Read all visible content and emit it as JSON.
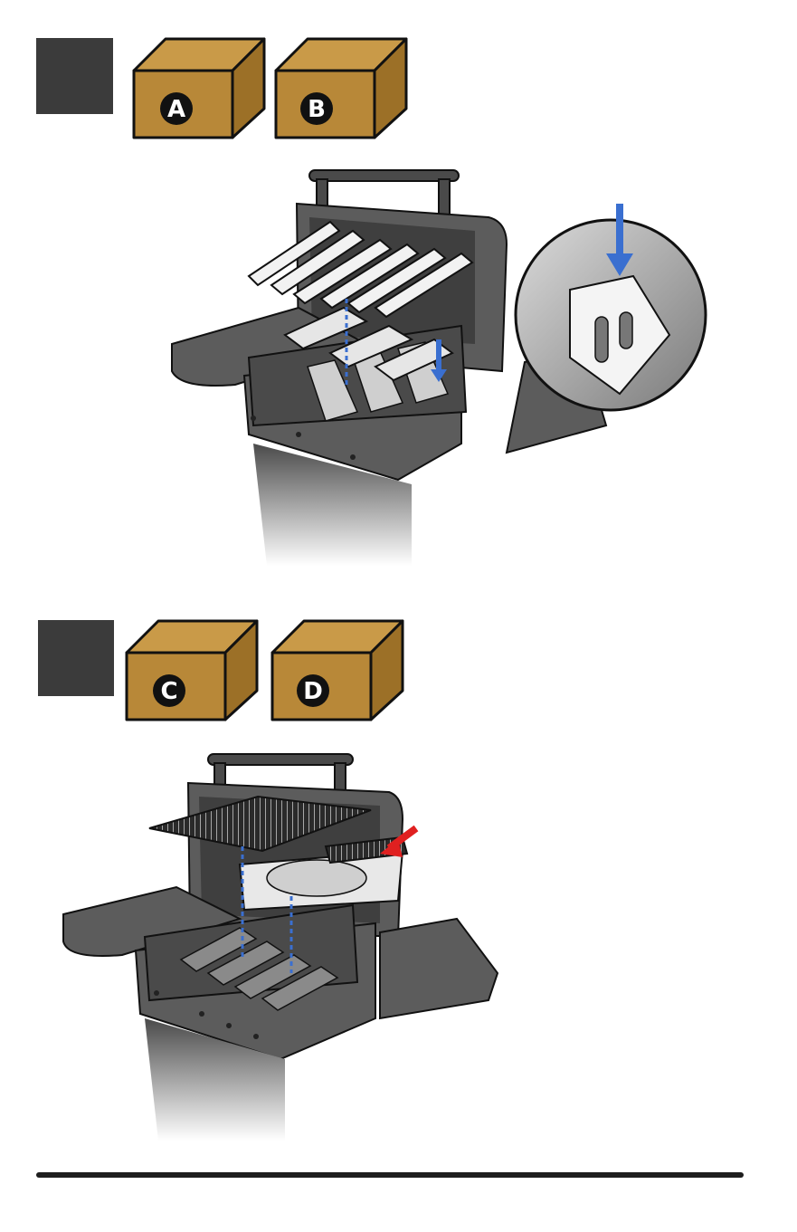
{
  "steps": [
    {
      "boxes": [
        {
          "letter": "A"
        },
        {
          "letter": "B"
        }
      ],
      "illustration": "flavorizer-bars-and-heat-deflectors-install",
      "callout": "zoom-detail-circle"
    },
    {
      "boxes": [
        {
          "letter": "C"
        },
        {
          "letter": "D"
        }
      ],
      "illustration": "cooking-grates-and-griddle-install",
      "callout": "red-arrow-pointer"
    }
  ],
  "colors": {
    "step_square": "#3b3b3b",
    "box_face": "#b88838",
    "box_top": "#c99a48",
    "box_side": "#9c7027",
    "grill_body": "#5c5c5c",
    "grill_dark": "#3f3f3f",
    "steel": "#d8d8d8",
    "guide_blue": "#3a6fd0",
    "arrow_red": "#e02020"
  }
}
